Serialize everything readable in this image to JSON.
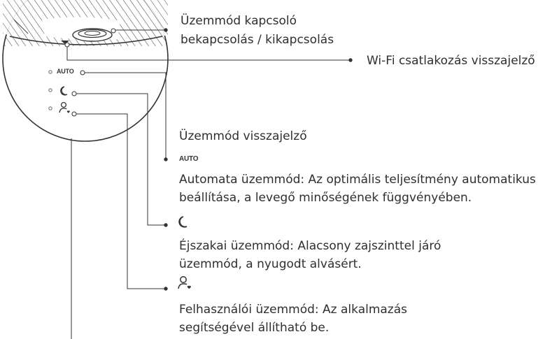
{
  "device": {
    "mode_auto_label": "AUTO",
    "icons": [
      "power-button-icon",
      "wifi-indicator-icon",
      "moon-icon",
      "user-heart-icon"
    ]
  },
  "labels": {
    "mode_switch_line1": "Üzemmód kapcsoló",
    "mode_switch_line2": "bekapcsolás / kikapcsolás",
    "wifi_indicator": "Wi-Fi csatlakozás visszajelző",
    "mode_indicator_title": "Üzemmód visszajelző"
  },
  "modes": [
    {
      "icon": "auto-text",
      "icon_text": "AUTO",
      "line1": "Automata üzemmód: Az optimális teljesítmény automatikus",
      "line2": "beállítása, a levegő minőségének függvényében."
    },
    {
      "icon": "moon-icon",
      "line1": "Éjszakai üzemmód: Alacsony zajszinttel járó",
      "line2": "üzemmód, a nyugodt alvásért."
    },
    {
      "icon": "user-heart-icon",
      "line1": "Felhasználói üzemmód: Az alkalmazás",
      "line2": "segítségével állítható be."
    }
  ]
}
